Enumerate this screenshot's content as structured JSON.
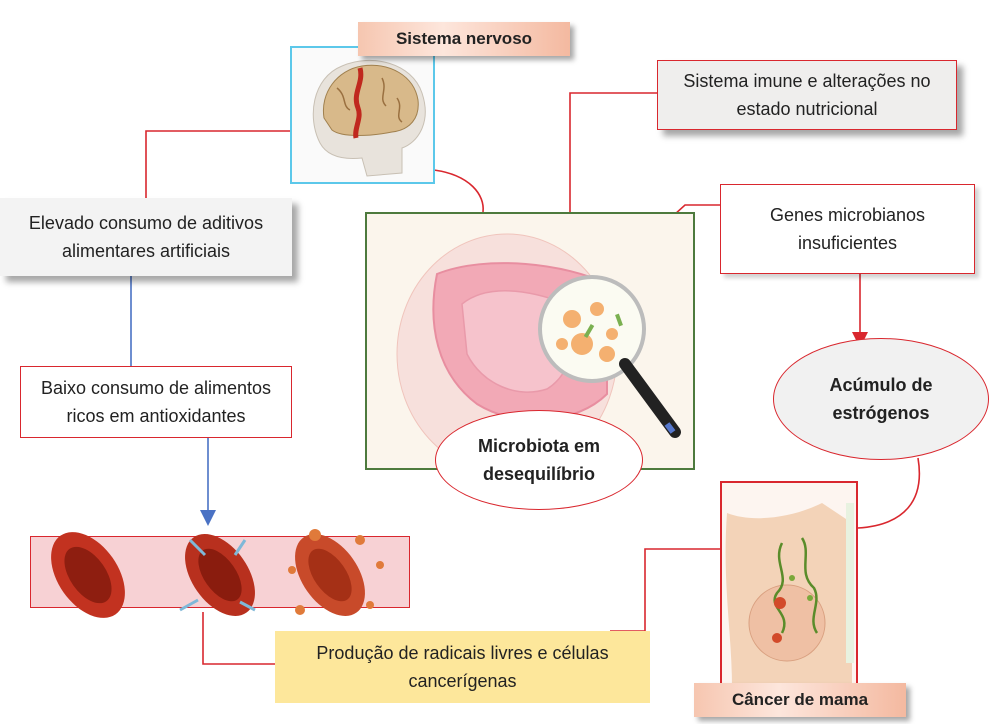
{
  "nodes": {
    "sistema_nervoso": "Sistema nervoso",
    "sistema_imune": "Sistema imune e alterações no estado nutricional",
    "genes": "Genes microbianos insuficientes",
    "aditivos": "Elevado consumo de aditivos alimentares artificiais",
    "antioxidantes": "Baixo consumo de alimentos ricos em antioxidantes",
    "microbiota": "Microbiota em desequilíbrio",
    "estrogenos": "Acúmulo de estrógenos",
    "radicais": "Produção de radicais livres e células cancerígenas",
    "cancer": "Câncer de mama"
  },
  "colors": {
    "connector_red": "#d9272e",
    "connector_blue": "#4a72c4",
    "accent_yellow": "#fde79b"
  }
}
